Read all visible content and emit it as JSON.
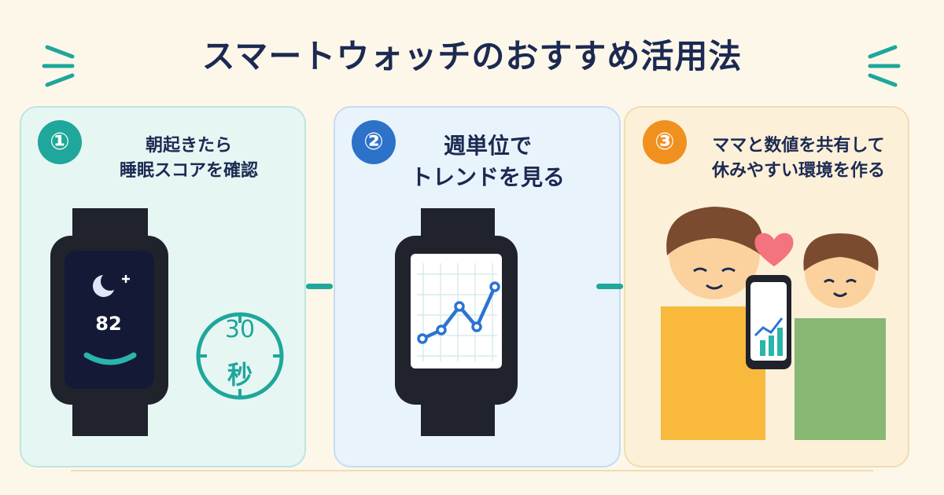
{
  "title": "スマートウォッチのおすすめ活用法",
  "steps": [
    {
      "number": "①",
      "text": "朝起きたら\n睡眠スコアを確認"
    },
    {
      "number": "②",
      "text": "週単位で\nトレンドを見る"
    },
    {
      "number": "③",
      "text": "ママと数値を共有して\n休みやすい環境を作る"
    }
  ],
  "watch1": {
    "score": "82",
    "score_icon": "moon-plus-icon"
  },
  "timer": {
    "value": "30",
    "unit": "秒"
  },
  "colors": {
    "teal": "#1ea79a",
    "blue": "#2c72c9",
    "orange": "#f0901e",
    "navy": "#1c2a52",
    "heart": "#f3737e"
  }
}
